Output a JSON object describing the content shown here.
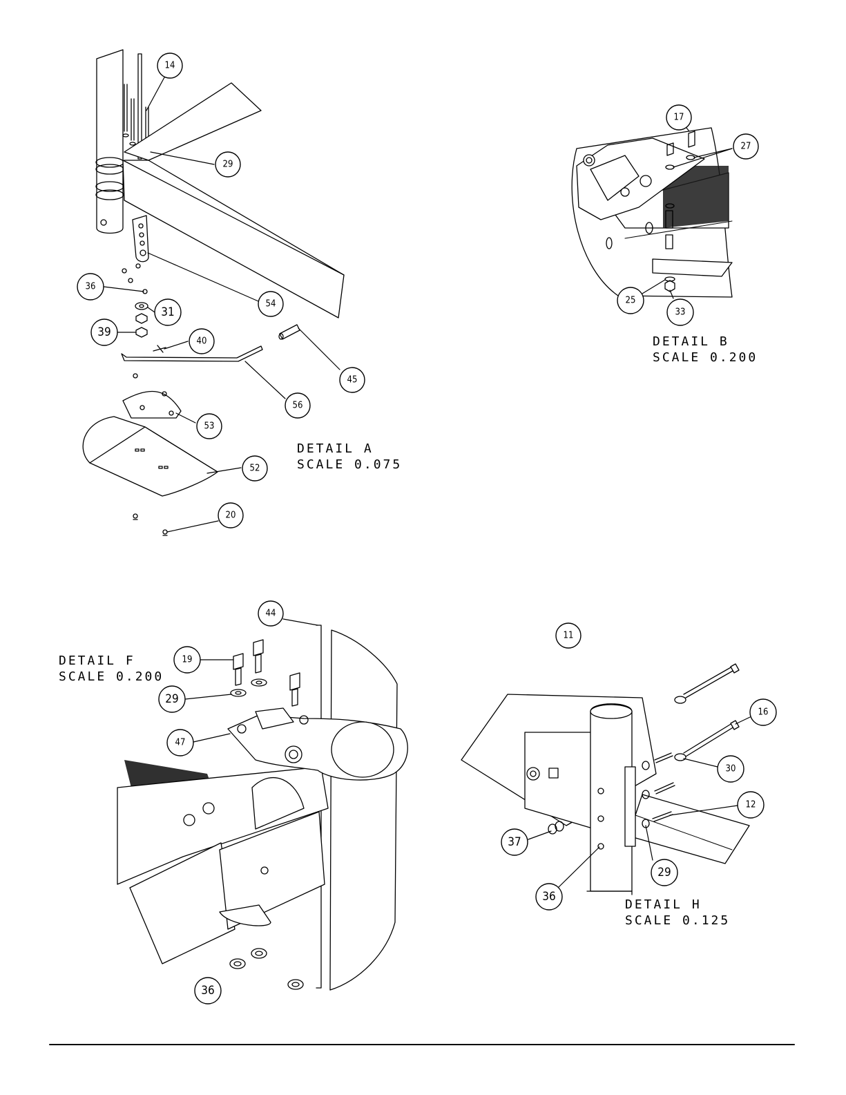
{
  "details": {
    "A": {
      "title": "DETAIL  A",
      "scale": "SCALE  0.075"
    },
    "B": {
      "title": "DETAIL  B",
      "scale": "SCALE  0.200"
    },
    "F": {
      "title": "DETAIL  F",
      "scale": "SCALE  0.200"
    },
    "H": {
      "title": "DETAIL  H",
      "scale": "SCALE  0.125"
    }
  },
  "callouts": {
    "a14": "14",
    "a29": "29",
    "a54": "54",
    "a36": "36",
    "a31": "31",
    "a39": "39",
    "a40": "40",
    "a45": "45",
    "a56": "56",
    "a53": "53",
    "a52": "52",
    "a20": "20",
    "b17": "17",
    "b27": "27",
    "b25": "25",
    "b33": "33",
    "f44": "44",
    "f19": "19",
    "f29": "29",
    "f47": "47",
    "f36": "36",
    "h11": "11",
    "h16": "16",
    "h30": "30",
    "h12": "12",
    "h37": "37",
    "h29": "29",
    "h36": "36"
  },
  "colors": {
    "line": "#000000",
    "paper": "#ffffff",
    "mesh": "#1a1a1a"
  }
}
